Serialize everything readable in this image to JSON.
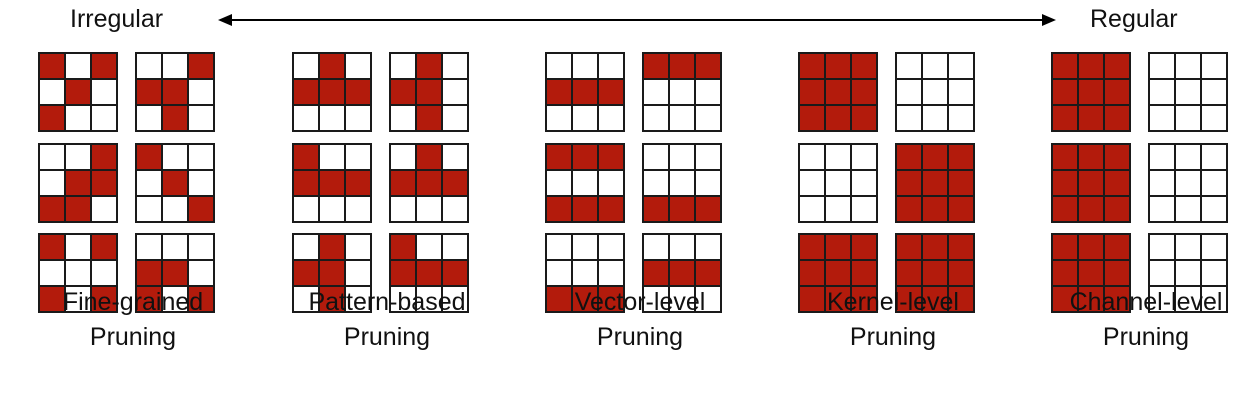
{
  "scale": {
    "left_label": "Irregular",
    "right_label": "Regular"
  },
  "colors": {
    "pruned": "#b31b0c",
    "kept": "#ffffff",
    "grid_line": "#1a1a1a"
  },
  "groups": [
    {
      "caption_line1": "Fine-grained",
      "caption_line2": "Pruning",
      "kernels": [
        [
          [
            1,
            0,
            1
          ],
          [
            0,
            1,
            0
          ],
          [
            1,
            0,
            0
          ]
        ],
        [
          [
            0,
            0,
            1
          ],
          [
            1,
            1,
            0
          ],
          [
            0,
            1,
            0
          ]
        ],
        [
          [
            0,
            0,
            1
          ],
          [
            0,
            1,
            1
          ],
          [
            1,
            1,
            0
          ]
        ],
        [
          [
            1,
            0,
            0
          ],
          [
            0,
            1,
            0
          ],
          [
            0,
            0,
            1
          ]
        ],
        [
          [
            1,
            0,
            1
          ],
          [
            0,
            0,
            0
          ],
          [
            1,
            0,
            1
          ]
        ],
        [
          [
            0,
            0,
            0
          ],
          [
            1,
            1,
            0
          ],
          [
            1,
            0,
            1
          ]
        ]
      ]
    },
    {
      "caption_line1": "Pattern-based",
      "caption_line2": "Pruning",
      "kernels": [
        [
          [
            0,
            1,
            0
          ],
          [
            1,
            1,
            1
          ],
          [
            0,
            0,
            0
          ]
        ],
        [
          [
            0,
            1,
            0
          ],
          [
            1,
            1,
            0
          ],
          [
            0,
            1,
            0
          ]
        ],
        [
          [
            1,
            0,
            0
          ],
          [
            1,
            1,
            1
          ],
          [
            0,
            0,
            0
          ]
        ],
        [
          [
            0,
            1,
            0
          ],
          [
            1,
            1,
            1
          ],
          [
            0,
            0,
            0
          ]
        ],
        [
          [
            0,
            1,
            0
          ],
          [
            1,
            1,
            0
          ],
          [
            0,
            1,
            0
          ]
        ],
        [
          [
            1,
            0,
            0
          ],
          [
            1,
            1,
            1
          ],
          [
            0,
            0,
            0
          ]
        ]
      ]
    },
    {
      "caption_line1": "Vector-level",
      "caption_line2": "Pruning",
      "kernels": [
        [
          [
            0,
            0,
            0
          ],
          [
            1,
            1,
            1
          ],
          [
            0,
            0,
            0
          ]
        ],
        [
          [
            1,
            1,
            1
          ],
          [
            0,
            0,
            0
          ],
          [
            0,
            0,
            0
          ]
        ],
        [
          [
            1,
            1,
            1
          ],
          [
            0,
            0,
            0
          ],
          [
            1,
            1,
            1
          ]
        ],
        [
          [
            0,
            0,
            0
          ],
          [
            0,
            0,
            0
          ],
          [
            1,
            1,
            1
          ]
        ],
        [
          [
            0,
            0,
            0
          ],
          [
            0,
            0,
            0
          ],
          [
            1,
            1,
            1
          ]
        ],
        [
          [
            0,
            0,
            0
          ],
          [
            1,
            1,
            1
          ],
          [
            0,
            0,
            0
          ]
        ]
      ]
    },
    {
      "caption_line1": "Kernel-level",
      "caption_line2": "Pruning",
      "kernels": [
        [
          [
            1,
            1,
            1
          ],
          [
            1,
            1,
            1
          ],
          [
            1,
            1,
            1
          ]
        ],
        [
          [
            0,
            0,
            0
          ],
          [
            0,
            0,
            0
          ],
          [
            0,
            0,
            0
          ]
        ],
        [
          [
            0,
            0,
            0
          ],
          [
            0,
            0,
            0
          ],
          [
            0,
            0,
            0
          ]
        ],
        [
          [
            1,
            1,
            1
          ],
          [
            1,
            1,
            1
          ],
          [
            1,
            1,
            1
          ]
        ],
        [
          [
            1,
            1,
            1
          ],
          [
            1,
            1,
            1
          ],
          [
            1,
            1,
            1
          ]
        ],
        [
          [
            1,
            1,
            1
          ],
          [
            1,
            1,
            1
          ],
          [
            1,
            1,
            1
          ]
        ]
      ]
    },
    {
      "caption_line1": "Channel-level",
      "caption_line2": "Pruning",
      "kernels": [
        [
          [
            1,
            1,
            1
          ],
          [
            1,
            1,
            1
          ],
          [
            1,
            1,
            1
          ]
        ],
        [
          [
            0,
            0,
            0
          ],
          [
            0,
            0,
            0
          ],
          [
            0,
            0,
            0
          ]
        ],
        [
          [
            1,
            1,
            1
          ],
          [
            1,
            1,
            1
          ],
          [
            1,
            1,
            1
          ]
        ],
        [
          [
            0,
            0,
            0
          ],
          [
            0,
            0,
            0
          ],
          [
            0,
            0,
            0
          ]
        ],
        [
          [
            1,
            1,
            1
          ],
          [
            1,
            1,
            1
          ],
          [
            1,
            1,
            1
          ]
        ],
        [
          [
            0,
            0,
            0
          ],
          [
            0,
            0,
            0
          ],
          [
            0,
            0,
            0
          ]
        ]
      ]
    }
  ]
}
